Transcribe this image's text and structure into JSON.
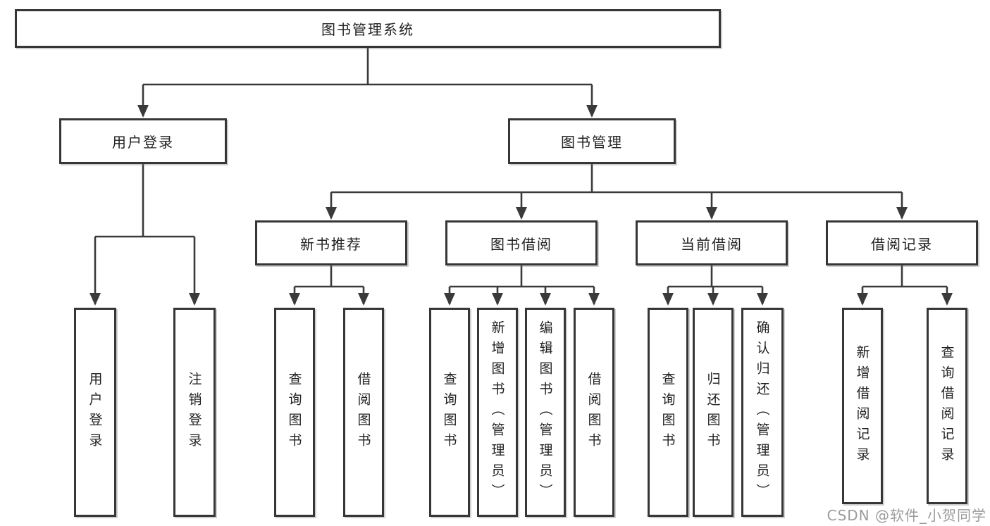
{
  "diagram": {
    "title": "图书管理系统",
    "type": "hierarchy-tree",
    "colors": {
      "background": "#ffffff",
      "box_border": "#363636",
      "line": "#3a3a3a",
      "text": "#222222",
      "watermark_text_color": "#9b9b9b"
    },
    "nodes": {
      "root": {
        "label": "图书管理系统"
      },
      "user_login": {
        "label": "用户登录"
      },
      "book_mgmt": {
        "label": "图书管理"
      },
      "new_book_rec": {
        "label": "新书推荐"
      },
      "book_borrow": {
        "label": "图书借阅"
      },
      "current_borrow": {
        "label": "当前借阅"
      },
      "borrow_records": {
        "label": "借阅记录"
      },
      "leaf_user_login": {
        "label": "用户登录"
      },
      "leaf_logout": {
        "label": "注销登录"
      },
      "leaf_nbr_query": {
        "label": "查询图书"
      },
      "leaf_nbr_borrow": {
        "label": "借阅图书"
      },
      "leaf_bb_query": {
        "label": "查询图书"
      },
      "leaf_bb_add": {
        "label": "新增图书（管理员）"
      },
      "leaf_bb_edit": {
        "label": "编辑图书（管理员）"
      },
      "leaf_bb_borrow": {
        "label": "借阅图书"
      },
      "leaf_cb_query": {
        "label": "查询图书"
      },
      "leaf_cb_return": {
        "label": "归还图书"
      },
      "leaf_cb_confirm": {
        "label": "确认归还（管理员）"
      },
      "leaf_br_add": {
        "label": "新增借阅记录"
      },
      "leaf_br_query": {
        "label": "查询借阅记录"
      }
    },
    "hierarchy": {
      "图书管理系统": {
        "用户登录": [
          "用户登录",
          "注销登录"
        ],
        "图书管理": {
          "新书推荐": [
            "查询图书",
            "借阅图书"
          ],
          "图书借阅": [
            "查询图书",
            "新增图书（管理员）",
            "编辑图书（管理员）",
            "借阅图书"
          ],
          "当前借阅": [
            "查询图书",
            "归还图书",
            "确认归还（管理员）"
          ],
          "借阅记录": [
            "新增借阅记录",
            "查询借阅记录"
          ]
        }
      }
    }
  },
  "watermark": {
    "text": "CSDN @软件_小贺同学"
  }
}
